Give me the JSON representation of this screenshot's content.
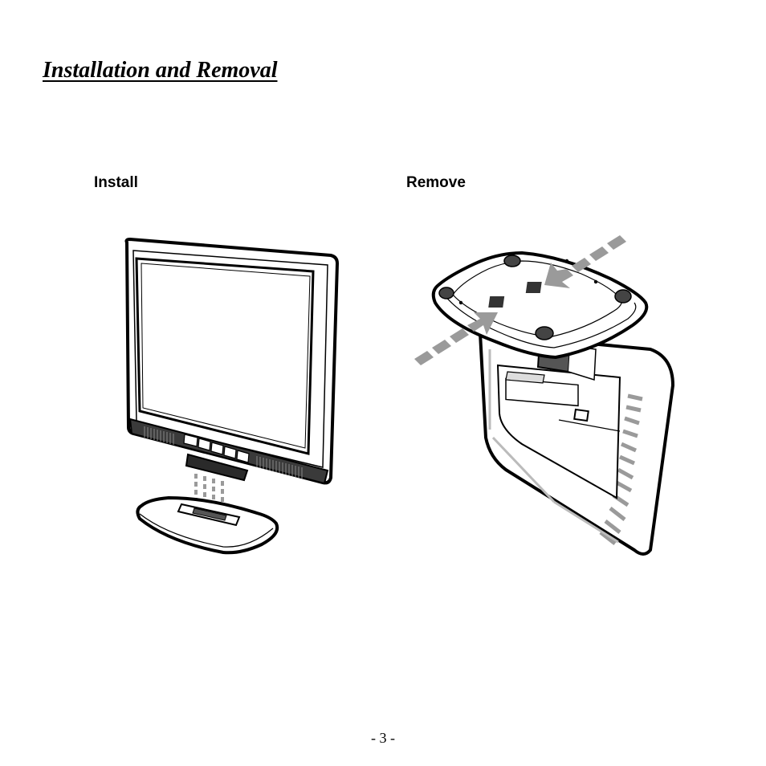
{
  "document": {
    "title": "Installation and Removal",
    "page_number": "- 3 -"
  },
  "figures": {
    "install": {
      "label": "Install",
      "illustration": "monitor-attach-to-base"
    },
    "remove": {
      "label": "Remove",
      "illustration": "monitor-detach-from-base"
    }
  },
  "colors": {
    "ink": "#000000",
    "arrow_gray": "#9a9a9a",
    "bezel_dark": "#3a3a3a",
    "paper": "#ffffff"
  }
}
